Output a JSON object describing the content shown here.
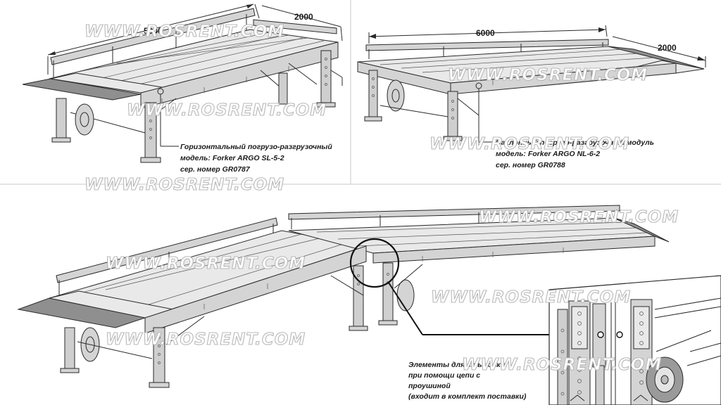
{
  "dimensions": {
    "top_left_length": "5000",
    "top_left_width": "2000",
    "top_right_length": "6000",
    "top_right_width": "2000"
  },
  "labels": {
    "sl5": {
      "line1": "Горизонтальный  погрузо-разгрузочный",
      "line2": "модель: Forker ARGO SL-5-2",
      "line3": "сер. номер GR0787"
    },
    "nl6": {
      "line1": "Наклонный погрузо-разгрузочный модуль",
      "line2": "модель: Forker ARGO NL-6-2",
      "line3": "сер. номер GR0788"
    },
    "coupling": {
      "line1": "Элементы для стыковки",
      "line2": "при помощи цепи с",
      "line3": "проушиной",
      "line4": "(входит в комплект поставки)"
    }
  },
  "watermark": "WWW.ROSRENT.COM",
  "colors": {
    "line": "#2a2a2a",
    "deck": "#e9e9e9",
    "frame": "#d4d4d4",
    "watermark_stroke": "#b8b8b8"
  }
}
